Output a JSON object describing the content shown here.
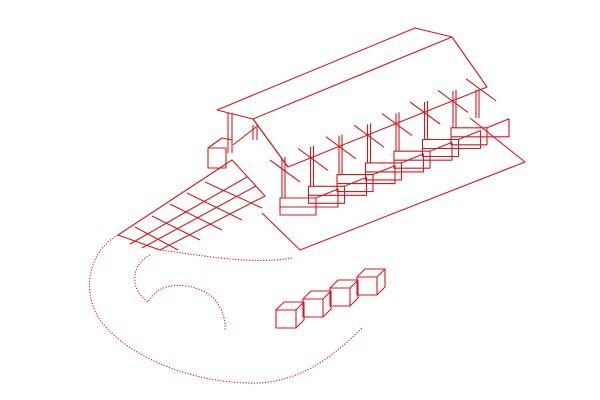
{
  "drawing": {
    "subject": "pavilion-axonometric",
    "line_color": "#d41920",
    "background": "#ffffff",
    "bench_count": 7,
    "planter_count": 4
  }
}
